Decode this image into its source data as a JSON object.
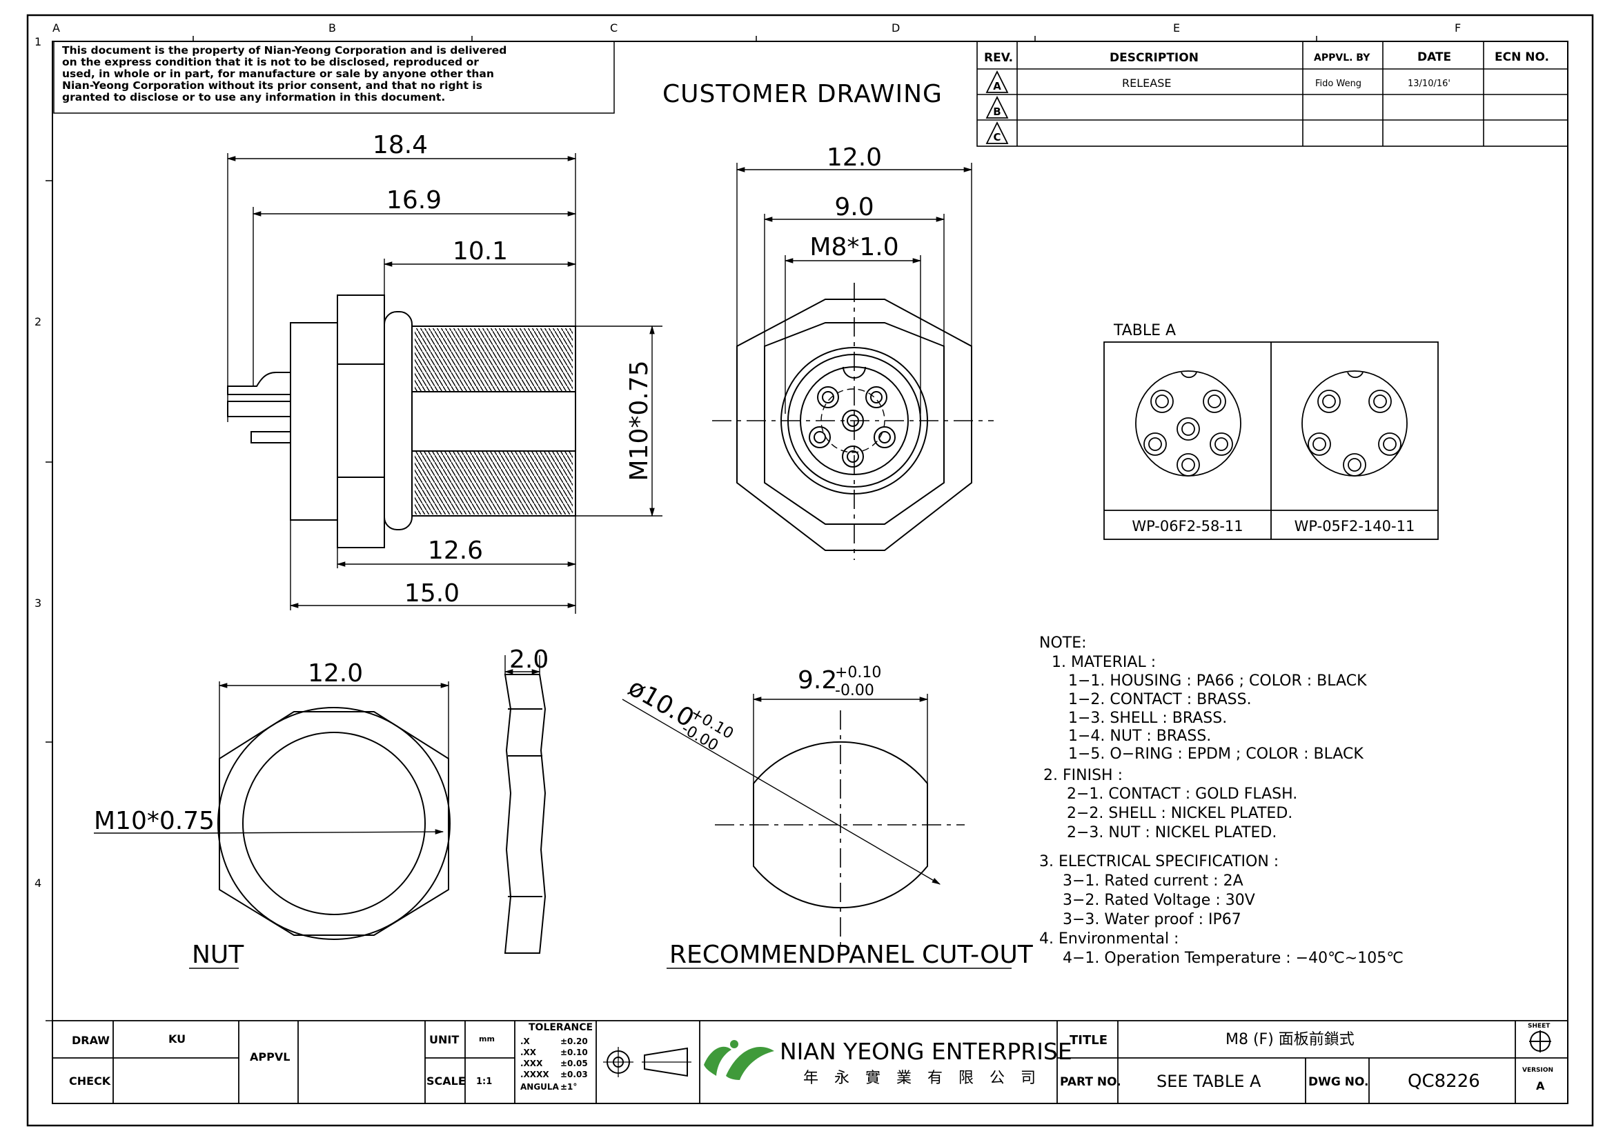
{
  "zone_letters": [
    "A",
    "B",
    "C",
    "D",
    "E",
    "F"
  ],
  "zone_numbers": [
    "1",
    "2",
    "3",
    "4"
  ],
  "disclaimer": [
    "This document is the property of Nian-Yeong Corporation and is delivered",
    "on the express condition that it is not to be disclosed, reproduced or",
    "used, in whole or in part, for manufacture or sale by anyone other than",
    "Nian-Yeong Corporation without its prior consent, and that no right is",
    "granted to disclose or to use any information in this document."
  ],
  "drawing_title": "CUSTOMER DRAWING",
  "revision_table": {
    "headers": [
      "REV.",
      "DESCRIPTION",
      "APPVL. BY",
      "DATE",
      "ECN NO."
    ],
    "rows": [
      {
        "rev": "A",
        "description": "RELEASE",
        "approved_by": "Fido Weng",
        "date": "13/10/16'",
        "ecn": ""
      },
      {
        "rev": "B",
        "description": "",
        "approved_by": "",
        "date": "",
        "ecn": ""
      },
      {
        "rev": "C",
        "description": "",
        "approved_by": "",
        "date": "",
        "ecn": ""
      }
    ]
  },
  "side_view": {
    "dim_overall": "18.4",
    "dim_pins": "16.9",
    "dim_thread": "10.1",
    "dim_thread_dia": "M10*0.75",
    "dim_body": "12.6",
    "dim_total": "15.0"
  },
  "front_view": {
    "dim_width": "12.0",
    "dim_inner": "9.0",
    "dim_thread": "M8*1.0"
  },
  "table_a": {
    "title": "TABLE A",
    "parts": [
      "WP-06F2-58-11",
      "WP-05F2-140-11"
    ]
  },
  "nut_view": {
    "dim_width": "12.0",
    "dim_thickness": "2.0",
    "dim_thread": "M10*0.75",
    "label": "NUT"
  },
  "cutout_view": {
    "dim_flat": "9.2",
    "flat_tol_plus": "+0.10",
    "flat_tol_minus": "-0.00",
    "dim_dia": "ø10.0",
    "dia_tol_plus": "+0.10",
    "dia_tol_minus": "-0.00",
    "label": "RECOMMENDPANEL CUT-OUT"
  },
  "notes": {
    "heading": "NOTE:",
    "lines": [
      {
        "text": "1.  MATERIAL  :",
        "level": 0
      },
      {
        "text": "1−1.  HOUSING  :  PA66  ;  COLOR  :  BLACK",
        "level": 1
      },
      {
        "text": "1−2.  CONTACT  :  BRASS.",
        "level": 1
      },
      {
        "text": "1−3.  SHELL  :  BRASS.",
        "level": 1
      },
      {
        "text": "1−4.  NUT  :  BRASS.",
        "level": 1
      },
      {
        "text": "1−5.  O−RING  :  EPDM  ;  COLOR  :  BLACK",
        "level": 1
      },
      {
        "text": "2.  FINISH  :",
        "level": 0
      },
      {
        "text": "2−1.  CONTACT  :  GOLD  FLASH.",
        "level": 1
      },
      {
        "text": "2−2.  SHELL  :  NICKEL  PLATED.",
        "level": 1
      },
      {
        "text": "2−3.  NUT  :  NICKEL  PLATED.",
        "level": 1
      },
      {
        "text": "3.  ELECTRICAL  SPECIFICATION  :",
        "level": 0
      },
      {
        "text": "3−1.  Rated  current  :  2A",
        "level": 1
      },
      {
        "text": "3−2.  Rated  Voltage  :  30V",
        "level": 1
      },
      {
        "text": "3−3.  Water  proof  :  IP67",
        "level": 1
      },
      {
        "text": "4.  Environmental  :",
        "level": 0
      },
      {
        "text": "4−1.  Operation  Temperature  :  −40℃∼105℃",
        "level": 1
      }
    ]
  },
  "title_block": {
    "draw_label": "DRAW",
    "draw_value": "KU",
    "check_label": "CHECK",
    "check_value": "",
    "appvl_label": "APPVL",
    "appvl_value": "",
    "unit_label": "UNIT",
    "unit_value": "mm",
    "scale_label": "SCALE",
    "scale_value": "1:1",
    "tolerance": {
      "heading": "TOLERANCE",
      "rows": [
        {
          "k": ".X",
          "v": "±0.20"
        },
        {
          "k": ".XX",
          "v": "±0.10"
        },
        {
          "k": ".XXX",
          "v": "±0.05"
        },
        {
          "k": ".XXXX",
          "v": "±0.03"
        },
        {
          "k": "ANGULA",
          "v": "±1°"
        }
      ]
    },
    "company_en": "NIAN YEONG ENTERPRISE",
    "company_zh": "年 永 實 業 有 限 公 司",
    "title_label": "TITLE",
    "title_value": "M8  (F)  面板前鎖式",
    "part_label": "PART NO.",
    "part_value": "SEE  TABLE  A",
    "dwg_label": "DWG NO.",
    "dwg_value": "QC8226",
    "sheet_label": "SHEET",
    "version_label": "VERSION",
    "version_value": "A"
  },
  "colors": {
    "line": "#000000",
    "logo_green": "#3f9a3a",
    "background": "#ffffff"
  }
}
